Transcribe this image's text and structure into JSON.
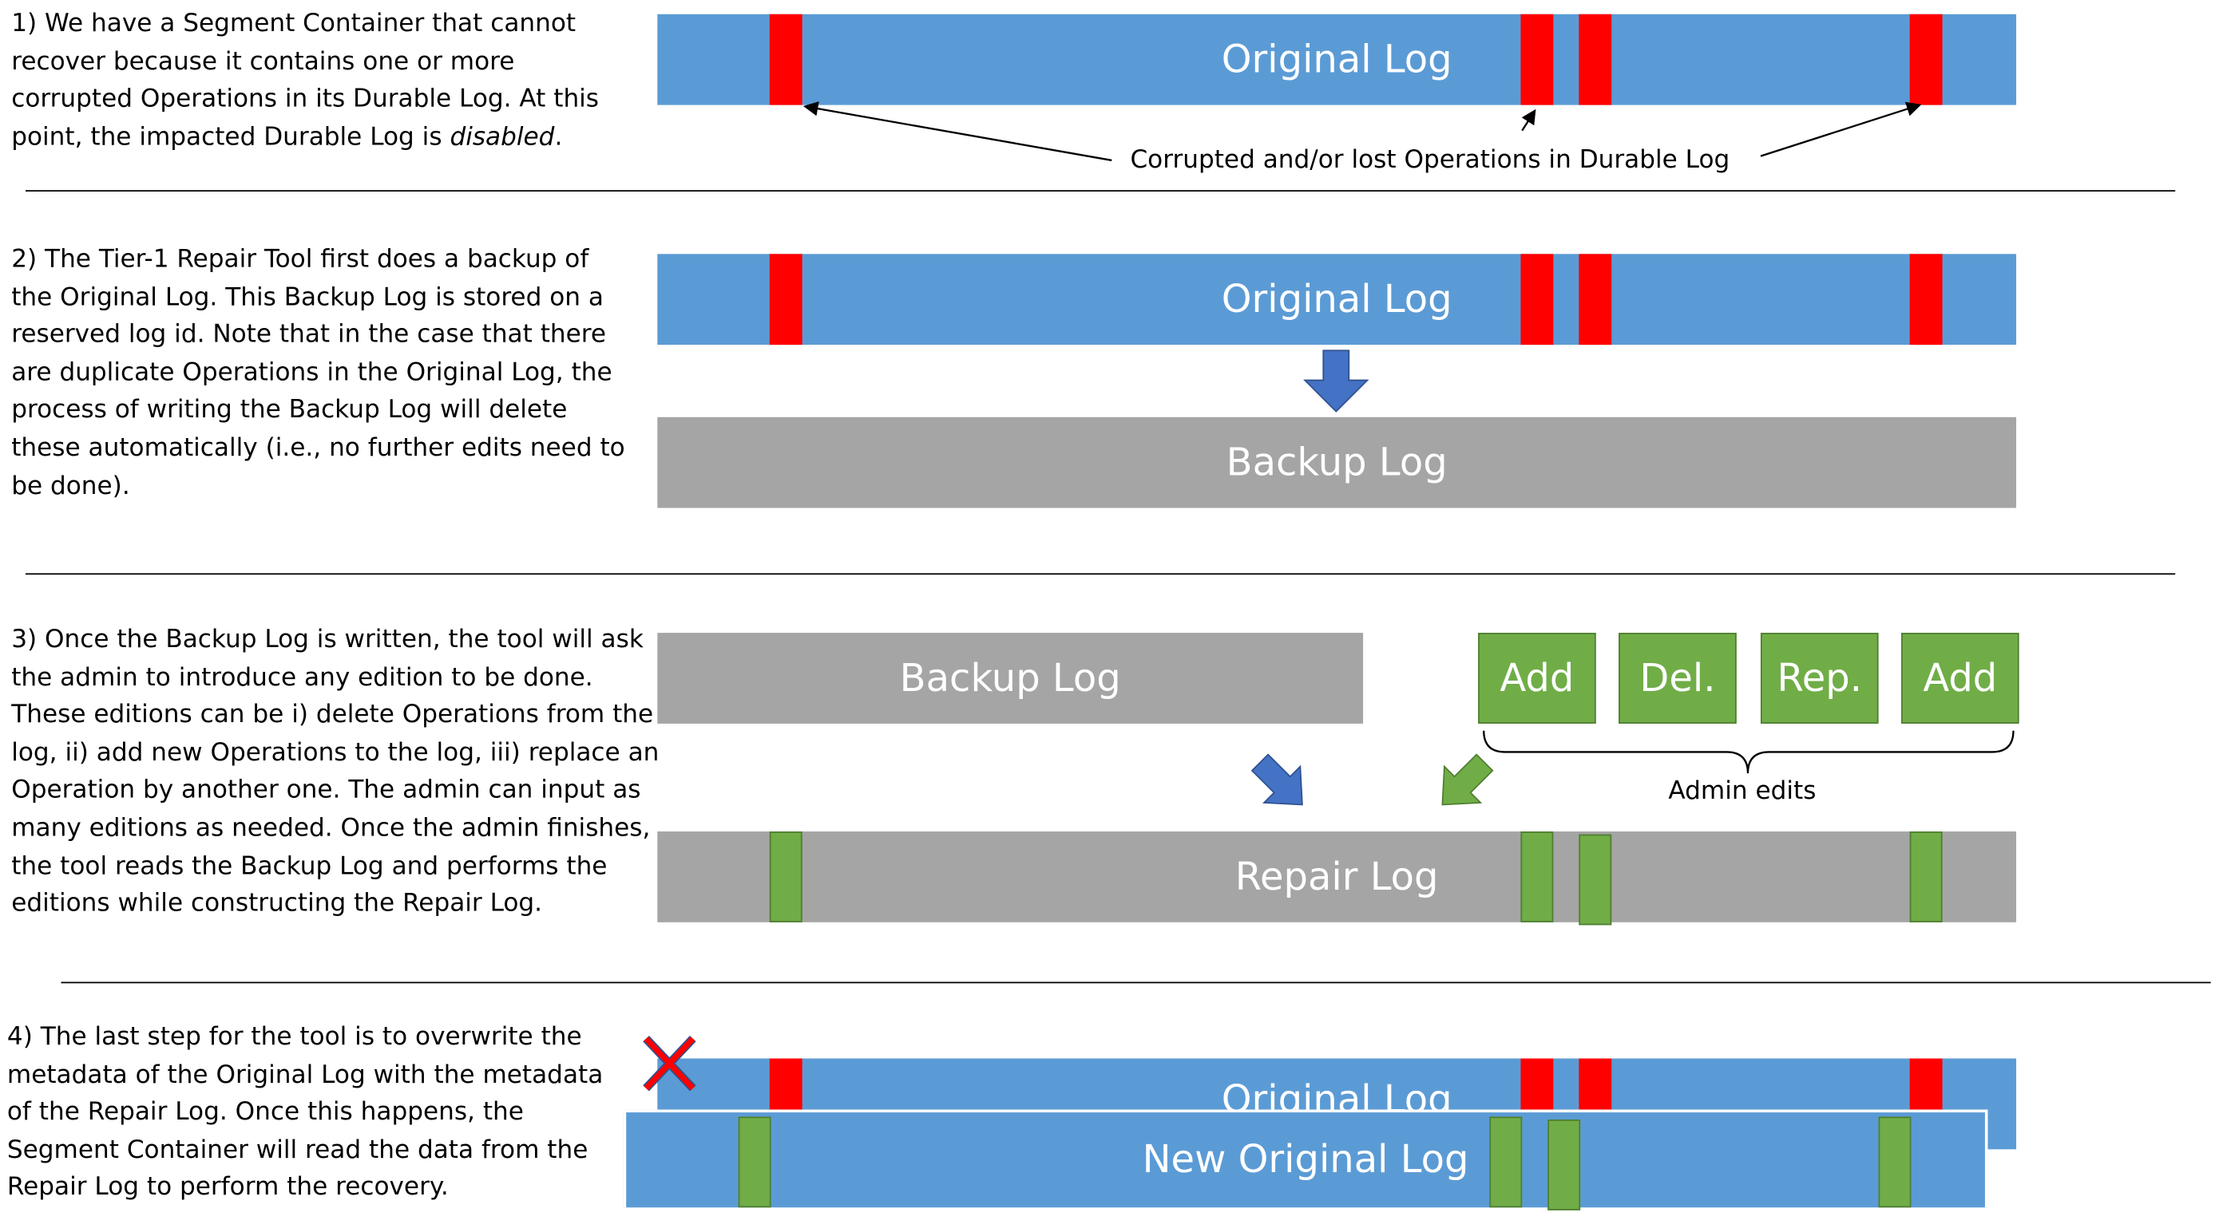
{
  "steps": [
    {
      "text": "1) We have a Segment Container that cannot recover because it contains one or more corrupted Operations in its Durable Log. At this point, the impacted Durable Log is ",
      "emphasis": "disabled",
      "tail": "."
    },
    {
      "text": "2) The Tier-1 Repair Tool first does a backup of the Original Log. This Backup Log is stored on a reserved log id. Note that in the case that there are duplicate Operations in the Original Log, the process of writing the Backup Log will delete these automatically (i.e., no further edits need to be done)."
    },
    {
      "text": "3) Once the Backup Log is written, the tool will ask the admin to introduce any edition to be done. These editions can be i) delete Operations from the log, ii) add new Operations to the log, iii) replace an Operation by another one. The admin can input as many editions as needed. Once the admin finishes, the tool reads the Backup Log and performs the editions while constructing the Repair Log."
    },
    {
      "text": "4) The last step for the tool is to overwrite the metadata of the Original Log with the metadata of the Repair Log. Once this happens, the Segment Container will read the data from the Repair Log to perform the recovery."
    }
  ],
  "logs": {
    "original": "Original Log",
    "backup": "Backup Log",
    "repair": "Repair Log",
    "new_original": "New Original Log"
  },
  "annotations": {
    "corrupted": "Corrupted and/or lost Operations in Durable Log",
    "admin_edits": "Admin edits"
  },
  "edits": [
    "Add",
    "Del.",
    "Rep.",
    "Add"
  ],
  "colors": {
    "log_blue": "#5b9bd5",
    "log_gray": "#a5a5a5",
    "corrupt_red": "#ff0000",
    "edit_green": "#70ad47",
    "arrow_blue": "#4472c4"
  }
}
